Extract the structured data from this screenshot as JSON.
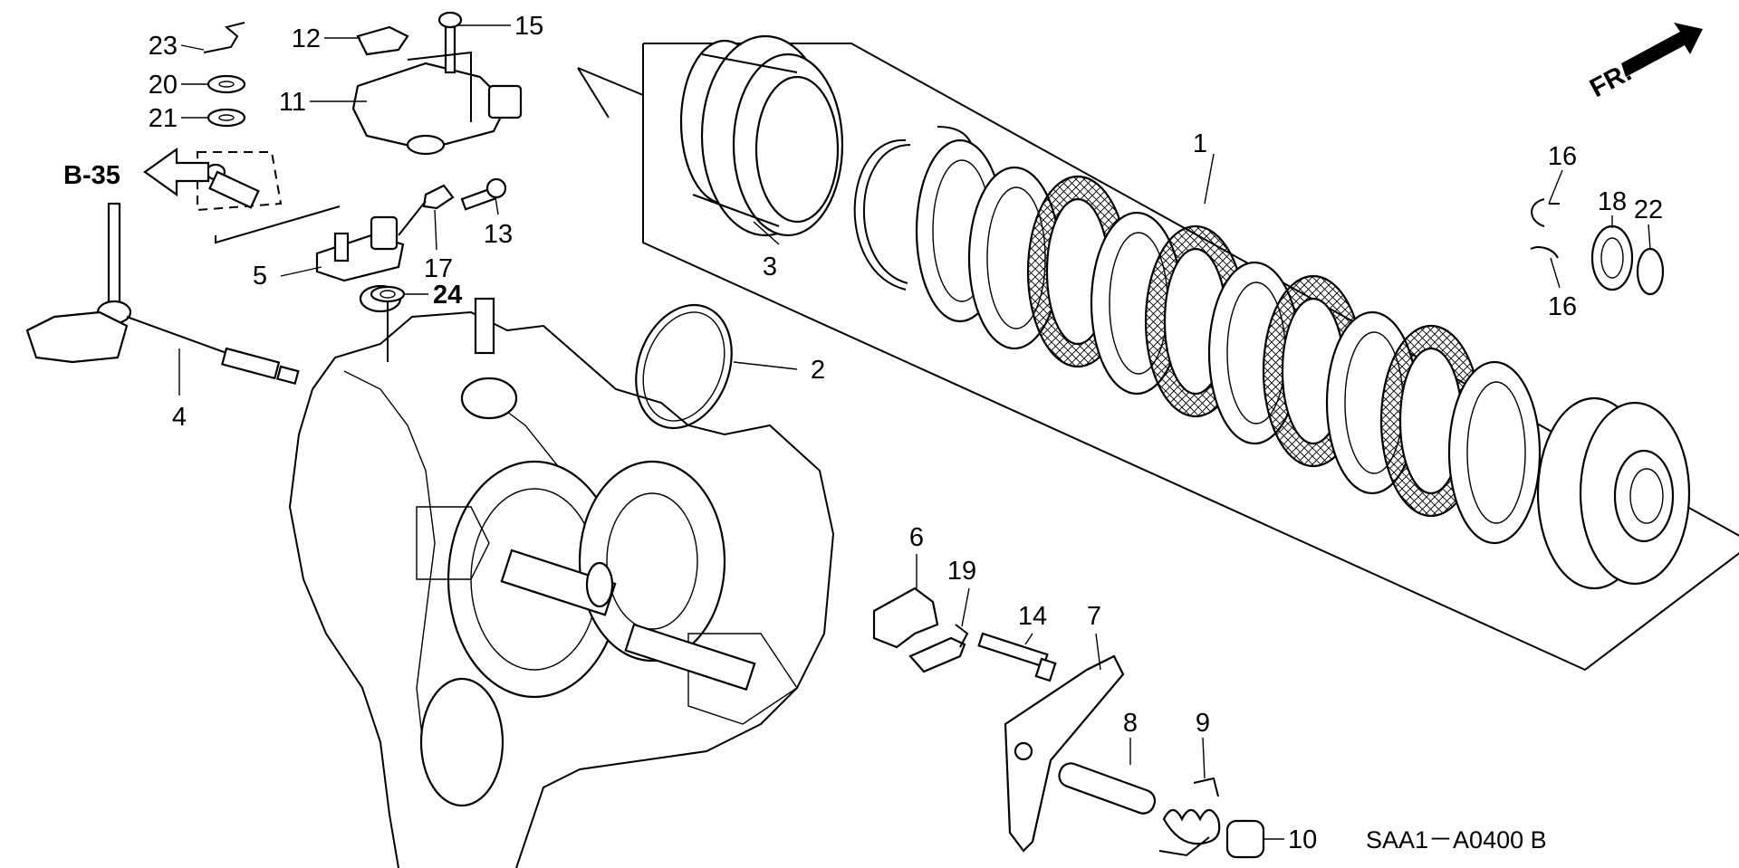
{
  "diagram": {
    "callouts": {
      "c1": "1",
      "c2": "2",
      "c3": "3",
      "c4": "4",
      "c5": "5",
      "c6": "6",
      "c7": "7",
      "c8": "8",
      "c9": "9",
      "c10": "10",
      "c11": "11",
      "c12": "12",
      "c13": "13",
      "c14": "14",
      "c15": "15",
      "c16a": "16",
      "c16b": "16",
      "c17": "17",
      "c18": "18",
      "c19": "19",
      "c20": "20",
      "c21": "21",
      "c22": "22",
      "c23": "23",
      "c24": "24"
    },
    "ref_arrow_label": "B-35",
    "direction_label": "FR.",
    "diagram_code": "SAA1－A0400 B"
  }
}
